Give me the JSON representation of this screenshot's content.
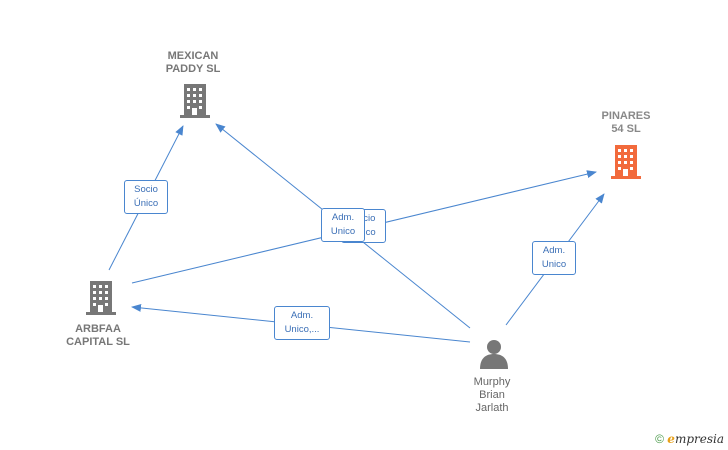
{
  "nodes": {
    "mexican": {
      "label": "MEXICAN\nPADDY  SL",
      "color": "#777777"
    },
    "pinares": {
      "label": "PINARES\n54  SL",
      "color": "#f26a3c"
    },
    "arbfaa": {
      "label": "ARBFAA\nCAPITAL  SL",
      "color": "#777777"
    },
    "murphy": {
      "label": "Murphy\nBrian\nJarlath",
      "color": "#777777"
    }
  },
  "edges": {
    "socio_unico_mexican": "Socio\nÚnico",
    "adm_unico_mexican": "Adm.\nUnico",
    "socio_unico_pinares": "Socio\nÚnico",
    "adm_unico_pinares": "Adm.\nUnico",
    "adm_unico_arbfaa": "Adm.\nUnico,..."
  },
  "footer": {
    "copyright": "©",
    "brand_e": "e",
    "brand_rest": "mpresia"
  },
  "colors": {
    "edge": "#4a86cf",
    "focus": "#f26a3c",
    "company": "#777777"
  }
}
